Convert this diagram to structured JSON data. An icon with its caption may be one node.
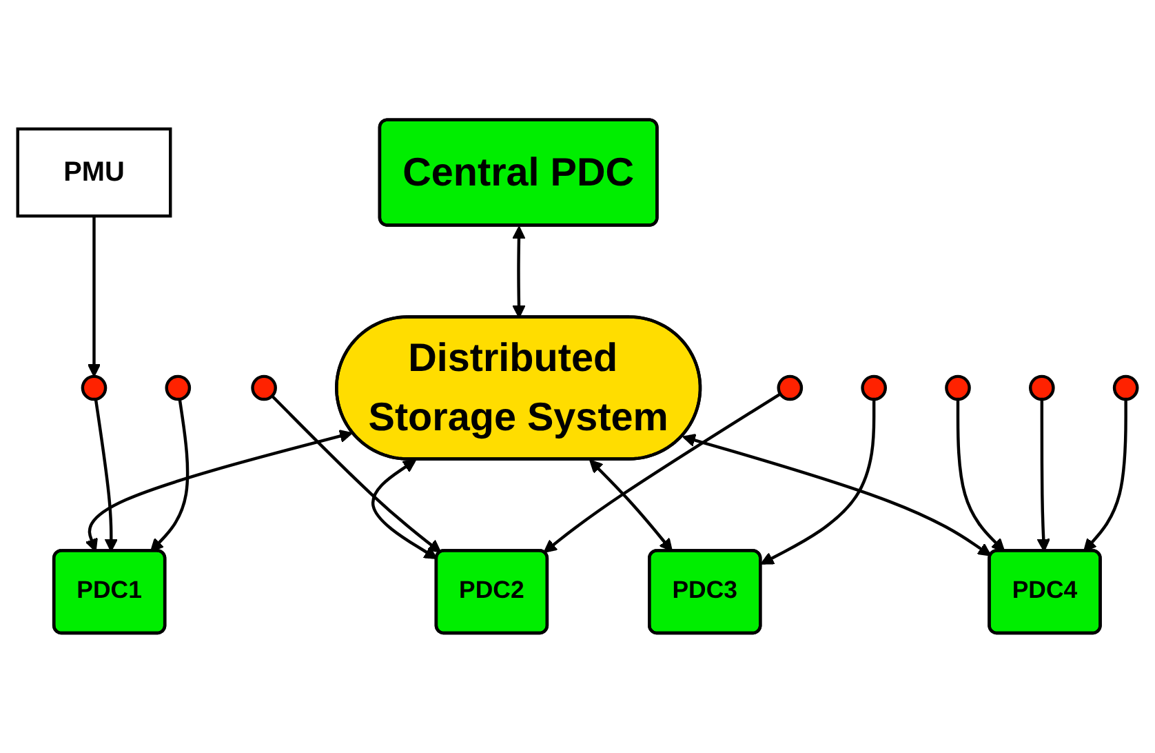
{
  "diagram": {
    "nodes": [
      {
        "text": [
          "Central PDC"
        ]
      },
      {
        "text": [
          "Distributed Storage System"
        ]
      },
      {
        "text": [
          "PDC1"
        ]
      },
      {
        "text": [
          "PDC2"
        ]
      },
      {
        "text": [
          "PDC3"
        ]
      },
      {
        "text": [
          "PDC4"
        ]
      },
      {
        "text": [
          "PMU"
        ]
      },
      {
        "text": [],
        "shape": "circle"
      },
      {
        "text": [],
        "shape": "circle"
      },
      {
        "text": [],
        "shape": "circle"
      },
      {
        "text": [],
        "shape": "circle"
      },
      {
        "text": [],
        "shape": "circle"
      },
      {
        "text": [],
        "shape": "circle"
      },
      {
        "text": [],
        "shape": "circle"
      },
      {
        "text": [],
        "shape": "circle"
      }
    ],
    "edges": [
      {
        "from": 0,
        "to": 1,
        "arrow": "both"
      },
      {
        "from": 1,
        "to": 2,
        "arrow": "both"
      },
      {
        "from": 1,
        "to": 3,
        "arrow": "both"
      },
      {
        "from": 1,
        "to": 4,
        "arrow": "both"
      },
      {
        "from": 1,
        "to": 5,
        "arrow": "both"
      },
      {
        "from": 7,
        "to": 2,
        "arrow": "to"
      },
      {
        "from": 8,
        "to": 2,
        "arrow": "to"
      },
      {
        "from": 9,
        "to": 3,
        "arrow": "to"
      },
      {
        "from": 10,
        "to": 3,
        "arrow": "to"
      },
      {
        "from": 11,
        "to": 4,
        "arrow": "to"
      },
      {
        "from": 12,
        "to": 5,
        "arrow": "to"
      },
      {
        "from": 13,
        "to": 5,
        "arrow": "to"
      },
      {
        "from": 14,
        "to": 5,
        "arrow": "to"
      },
      {
        "from": 6,
        "to": 7,
        "arrow": "to"
      }
    ]
  }
}
